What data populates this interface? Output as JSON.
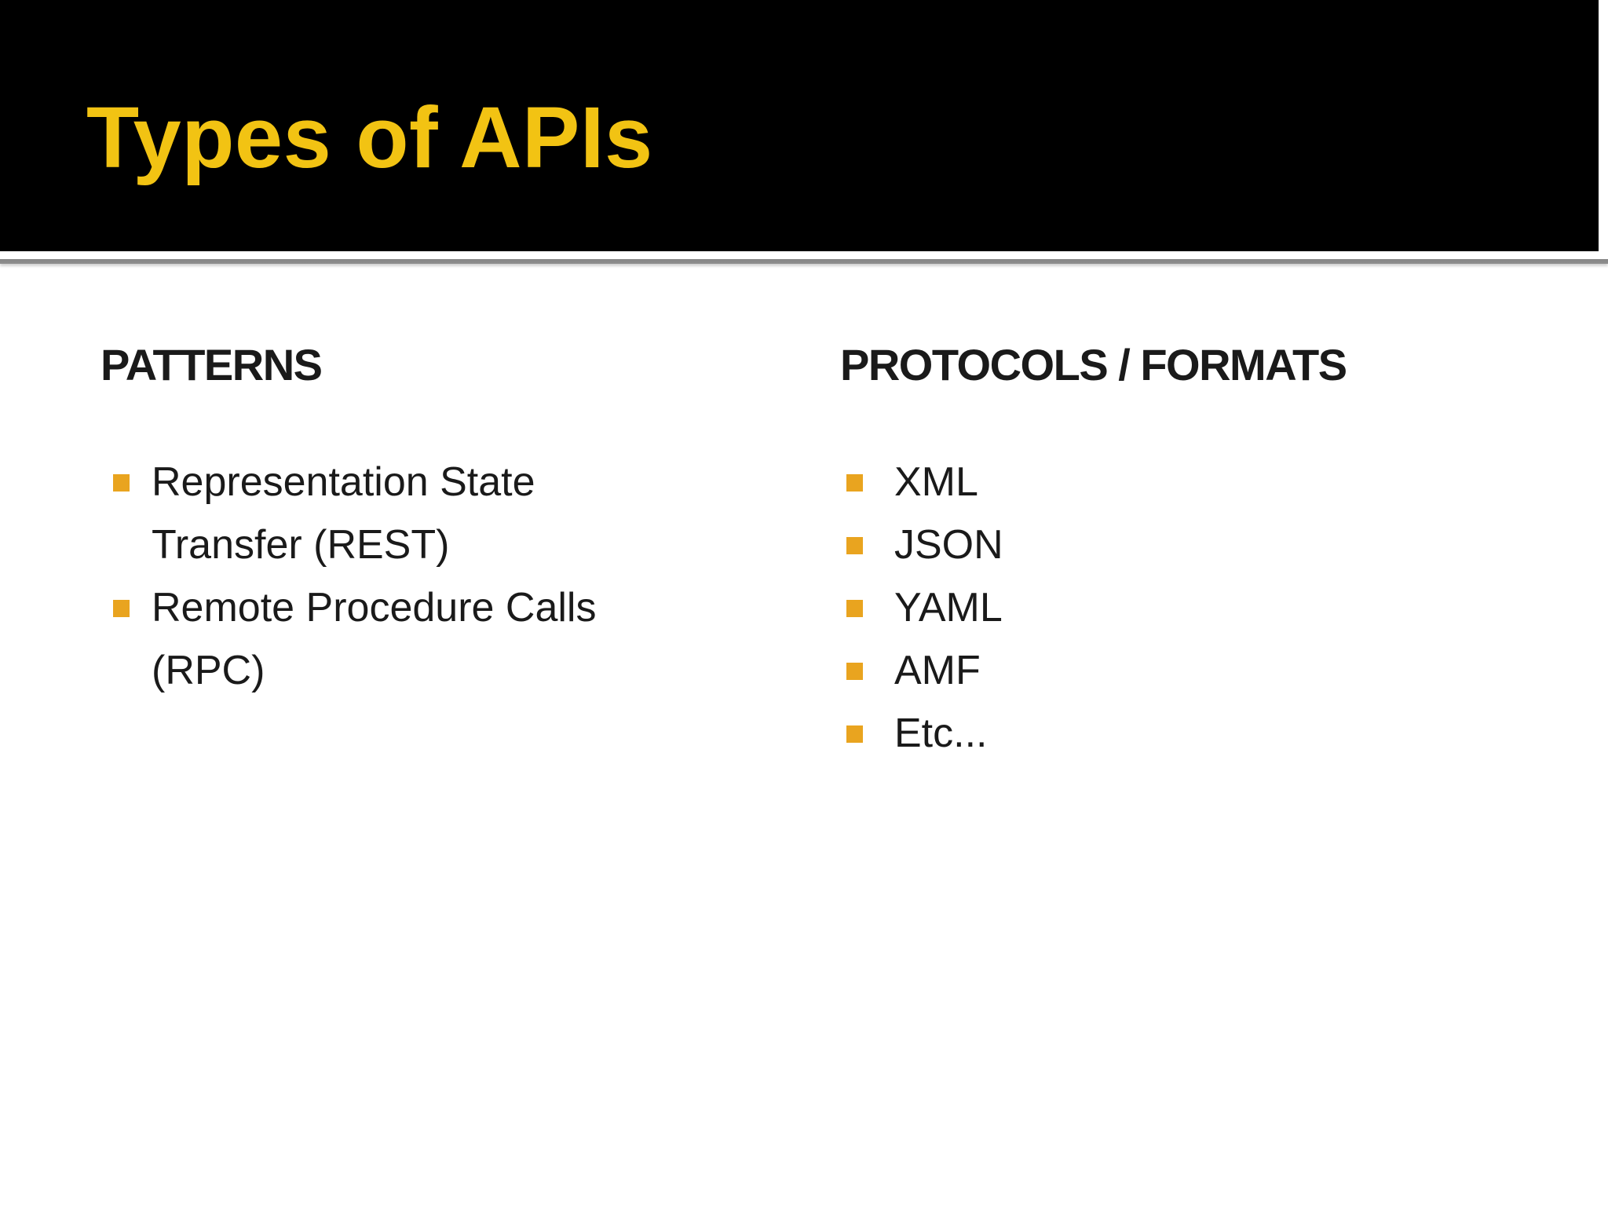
{
  "slide": {
    "title": "Types of APIs",
    "header": {
      "background": "#000000",
      "title_color": "#F2C313"
    },
    "columns": [
      {
        "id": "patterns",
        "heading": "PATTERNS",
        "items": [
          "Representation State\nTransfer (REST)",
          "Remote Procedure Calls\n(RPC)"
        ]
      },
      {
        "id": "protocols-formats",
        "heading": "PROTOCOLS / FORMATS",
        "items": [
          "XML",
          "JSON",
          "YAML",
          "AMF",
          "Etc..."
        ]
      }
    ],
    "bullet_color": "#E9A41F",
    "text_color": "#1A1A1A",
    "divider_color": "#8F8F8F",
    "background": "#FFFFFF"
  }
}
